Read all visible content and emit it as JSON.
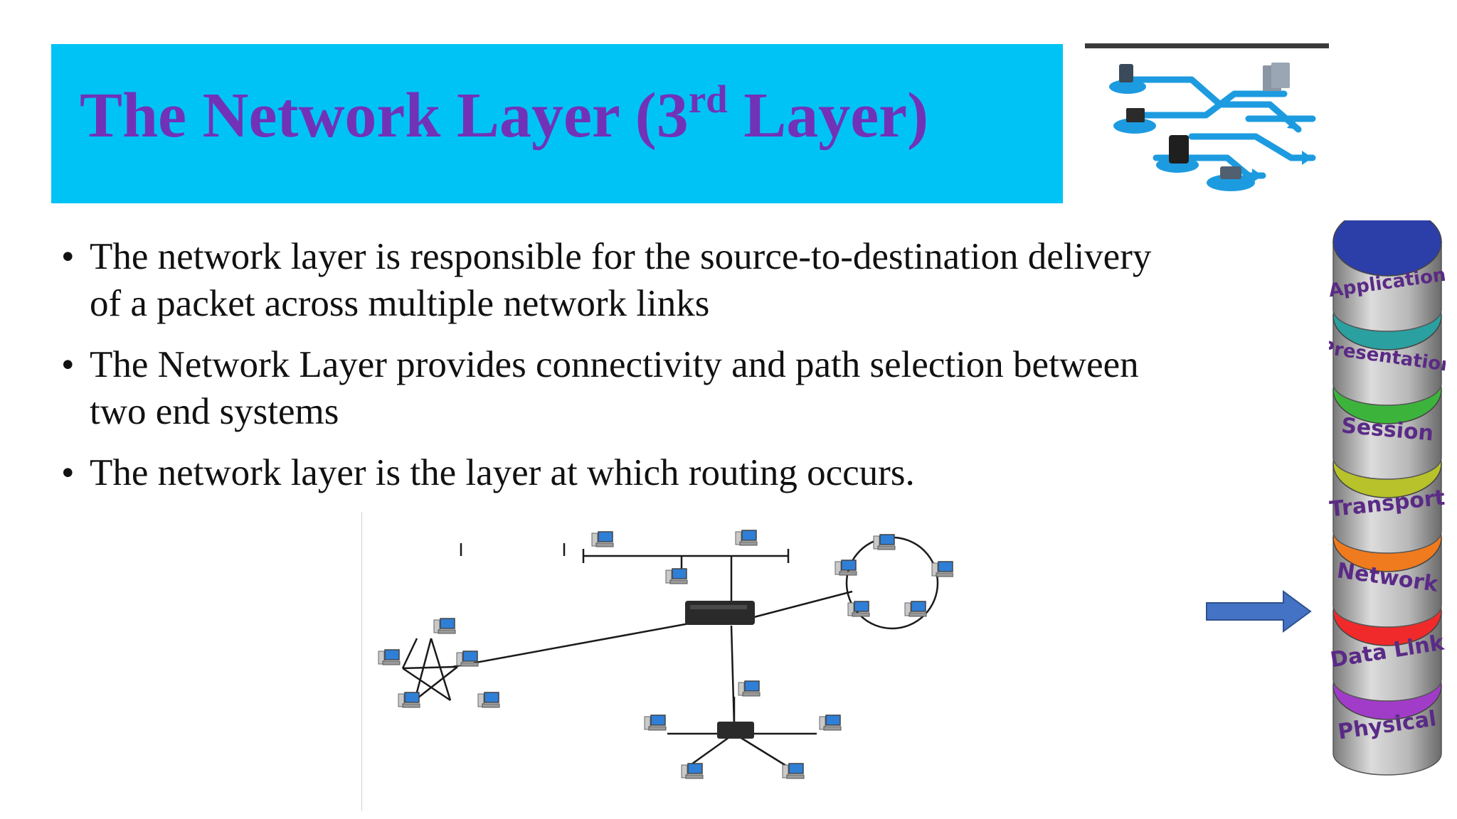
{
  "slide": {
    "title_main": "The Network Layer (3",
    "title_sup": "rd",
    "title_end": " Layer)",
    "bullets": [
      "The network layer is responsible for the source-to-destination delivery of a packet across multiple network links",
      "The Network Layer provides connectivity and path selection between two end systems",
      "The network layer is the layer at which routing occurs."
    ],
    "bullet_glyph": "•"
  },
  "osi_stack": {
    "layers": [
      {
        "label": "Application",
        "color": "#2c3fa8"
      },
      {
        "label": "Presentation",
        "color": "#2aa0a0"
      },
      {
        "label": "Session",
        "color": "#3cb43c"
      },
      {
        "label": "Transport",
        "color": "#b8c22a"
      },
      {
        "label": "Network",
        "color": "#f07a1e"
      },
      {
        "label": "Data Link",
        "color": "#f02a2a"
      },
      {
        "label": "Physical",
        "color": "#a03cc8"
      }
    ],
    "highlighted": "Network"
  },
  "colors": {
    "title_bar": "#00c3f5",
    "title_text": "#7232b8",
    "arrow": "#4472c4"
  },
  "icons": {
    "header_graphic": "network-topology-icon",
    "figure": "network-topology-diagram",
    "pointer": "right-arrow-icon"
  }
}
